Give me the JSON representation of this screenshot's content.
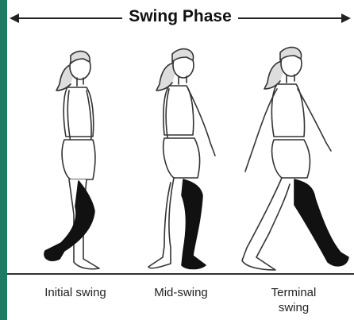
{
  "header": {
    "title": "Swing Phase"
  },
  "labels": {
    "initial": "Initial swing",
    "mid": "Mid-swing",
    "terminal_line1": "Terminal",
    "terminal_line2": "swing"
  },
  "colors": {
    "accent_stripe": "#1f7a64",
    "highlight_leg": "#111111",
    "outline": "#333333"
  }
}
